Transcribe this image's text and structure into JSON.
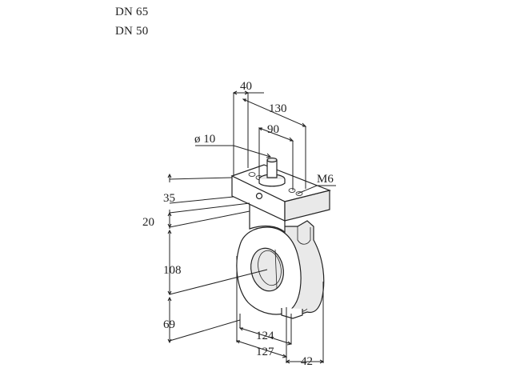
{
  "header": {
    "lines": [
      "DN 65",
      "DN 50"
    ]
  },
  "diagram": {
    "dimensions": {
      "top_40": "40",
      "top_130": "130",
      "top_90": "90",
      "dia_10": "ø 10",
      "thread": "M6",
      "left_35": "35",
      "left_20": "20",
      "left_108": "108",
      "left_69": "69",
      "bottom_124": "124",
      "bottom_127": "127",
      "bottom_42": "42"
    }
  },
  "colors": {
    "line": "#222222",
    "shade": "#e9e9e9",
    "background": "#ffffff"
  }
}
